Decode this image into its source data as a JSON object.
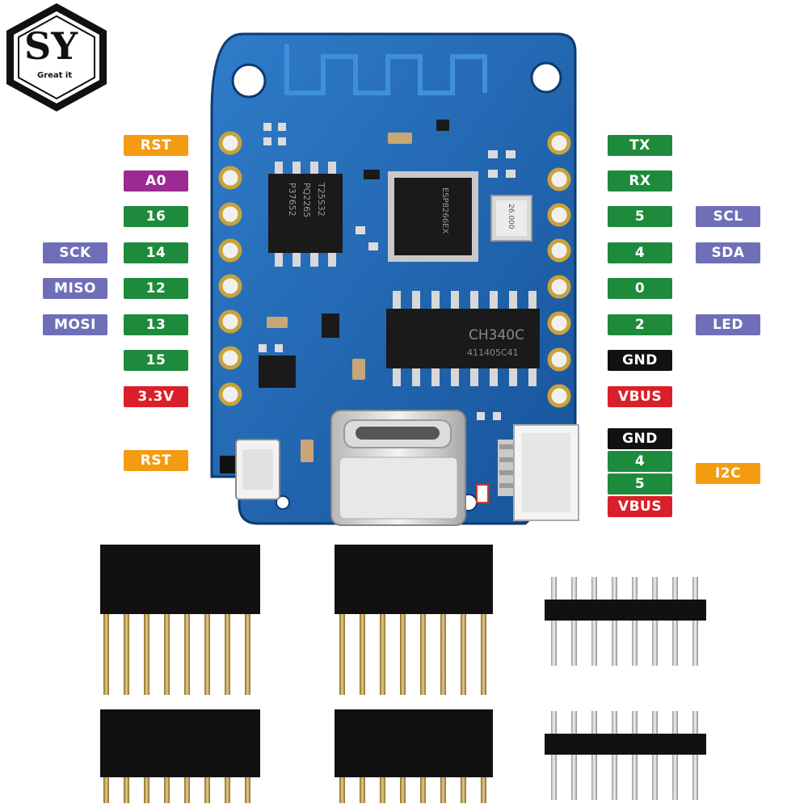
{
  "brand": {
    "logo_letters": "SY",
    "tagline": "Great it"
  },
  "colors": {
    "orange": "#f39c12",
    "purple": "#9b2a93",
    "green": "#1e8b3c",
    "lavender": "#6f6fb8",
    "red": "#d9202a",
    "black": "#111111",
    "pcb_blue": "#1e5fa8"
  },
  "chip_markings": {
    "esp": "ESP8266EX",
    "ch340": "CH340C",
    "ch340_code": "411405C41",
    "flash": "T25S32",
    "flash_code": "PQ2265",
    "flash_code2": "P37652",
    "crystal": "26.000"
  },
  "pin_labels": {
    "left": [
      {
        "text": "RST",
        "color": "orange"
      },
      {
        "text": "A0",
        "color": "purple"
      },
      {
        "text": "16",
        "color": "green"
      },
      {
        "text": "14",
        "color": "green"
      },
      {
        "text": "12",
        "color": "green"
      },
      {
        "text": "13",
        "color": "green"
      },
      {
        "text": "15",
        "color": "green"
      },
      {
        "text": "3.3V",
        "color": "red"
      }
    ],
    "left_alt": [
      {
        "text": "SCK",
        "color": "lavender"
      },
      {
        "text": "MISO",
        "color": "lavender"
      },
      {
        "text": "MOSI",
        "color": "lavender"
      }
    ],
    "right": [
      {
        "text": "TX",
        "color": "green"
      },
      {
        "text": "RX",
        "color": "green"
      },
      {
        "text": "5",
        "color": "green"
      },
      {
        "text": "4",
        "color": "green"
      },
      {
        "text": "0",
        "color": "green"
      },
      {
        "text": "2",
        "color": "green"
      },
      {
        "text": "GND",
        "color": "black"
      },
      {
        "text": "VBUS",
        "color": "red"
      }
    ],
    "right_alt": [
      {
        "text": "SCL",
        "color": "lavender"
      },
      {
        "text": "SDA",
        "color": "lavender"
      },
      {
        "text": "LED",
        "color": "lavender"
      }
    ],
    "reset_button": {
      "text": "RST",
      "color": "orange"
    },
    "i2c_connector": [
      {
        "text": "GND",
        "color": "black"
      },
      {
        "text": "4",
        "color": "green"
      },
      {
        "text": "5",
        "color": "green"
      },
      {
        "text": "VBUS",
        "color": "red"
      }
    ],
    "i2c_group": {
      "text": "I2C",
      "color": "orange"
    }
  }
}
